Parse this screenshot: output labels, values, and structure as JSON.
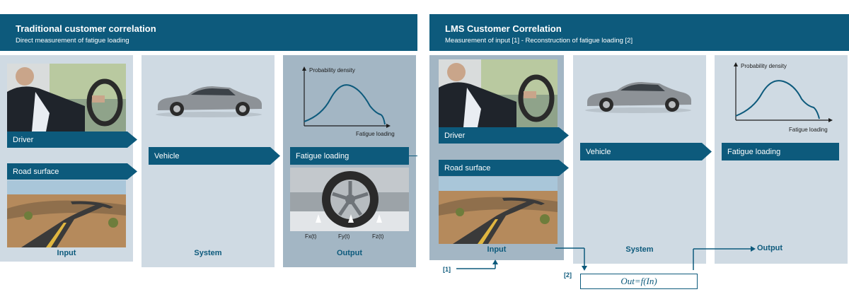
{
  "left": {
    "title": "Traditional customer correlation",
    "subtitle": "Direct measurement of fatigue loading",
    "driver_label": "Driver",
    "road_label": "Road surface",
    "vehicle_label": "Vehicle",
    "fatigue_label": "Fatigue loading",
    "input_label": "Input",
    "system_label": "System",
    "output_label": "Output",
    "chart_ylabel": "Probability density",
    "chart_xlabel": "Fatigue loading",
    "force_labels": [
      "Fx(t)",
      "Fy(t)",
      "Fz(t)"
    ]
  },
  "right": {
    "title": "LMS Customer Correlation",
    "subtitle": "Measurement of input [1] - Reconstruction of fatigue loading [2]",
    "driver_label": "Driver",
    "road_label": "Road surface",
    "vehicle_label": "Vehicle",
    "fatigue_label": "Fatigue loading",
    "input_label": "Input",
    "system_label": "System",
    "output_label": "Output",
    "chart_ylabel": "Probability density",
    "chart_xlabel": "Fatigue loading",
    "marker1": "[1]",
    "marker2": "[2]",
    "formula": "Out=f(In)"
  },
  "colors": {
    "brand": "#0d5a7c",
    "panel_light": "#cfdae3",
    "panel_dark": "#a3b6c4"
  }
}
